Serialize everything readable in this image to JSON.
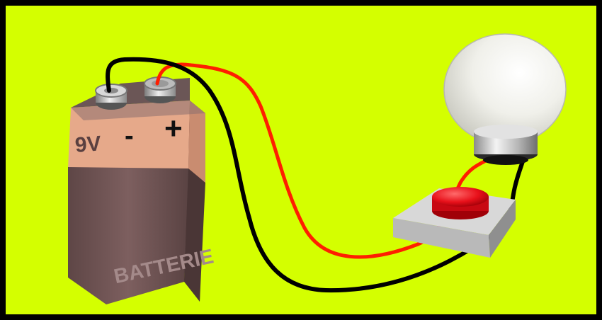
{
  "diagram": {
    "colors": {
      "background": "#d4ff00",
      "border": "#000000",
      "wire_positive": "#ff1e00",
      "wire_negative": "#000000",
      "battery_top": "#e6a98a",
      "battery_body": "#7a5a5a",
      "button_base": "#d2d2d2",
      "button_cap": "#e8101a",
      "bulb_glass": "#f2f2ee"
    },
    "battery": {
      "voltage_label": "9V",
      "minus_label": "-",
      "plus_label": "+",
      "brand_label": "BATTERIE"
    },
    "components": [
      "battery",
      "push-button",
      "light-bulb"
    ]
  }
}
